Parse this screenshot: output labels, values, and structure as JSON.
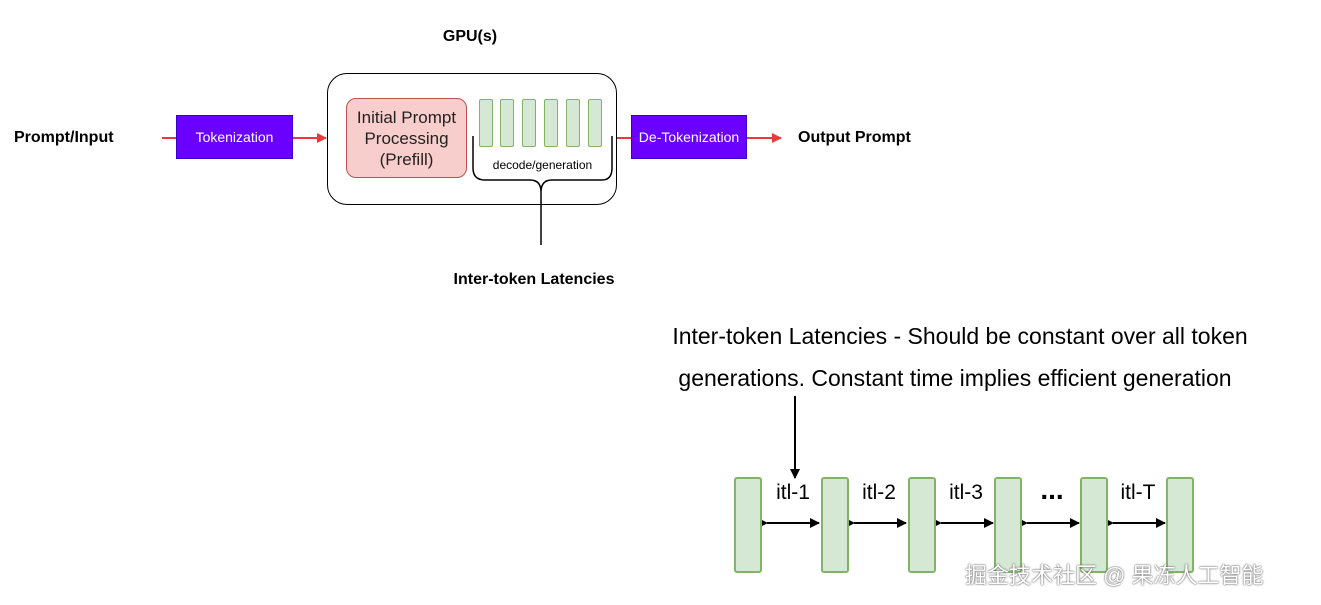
{
  "top_diagram": {
    "gpu_label": "GPU(s)",
    "input_label": "Prompt/Input",
    "tokenization_label": "Tokenization",
    "prefill_lines": [
      "Initial Prompt",
      "Processing",
      "(Prefill)"
    ],
    "decode_label": "decode/generation",
    "detokenization_label": "De-Tokenization",
    "output_label": "Output Prompt",
    "latency_label": "Inter-token Latencies"
  },
  "bottom_diagram": {
    "caption_lines": [
      "Inter-token Latencies - Should be constant over all token",
      "generations. Constant time implies efficient generation"
    ],
    "itl_labels": [
      "itl-1",
      "itl-2",
      "itl-3",
      "itl-T"
    ],
    "ellipsis": "..."
  },
  "colors": {
    "arrow_red": "#e83a3a",
    "tokenization_fill": "#6a00ff",
    "prefill_fill": "#f8cecc",
    "token_fill": "#d5e8d4",
    "token_stroke": "#82b366"
  },
  "watermark": "掘金技术社区 @ 果冻人工智能"
}
